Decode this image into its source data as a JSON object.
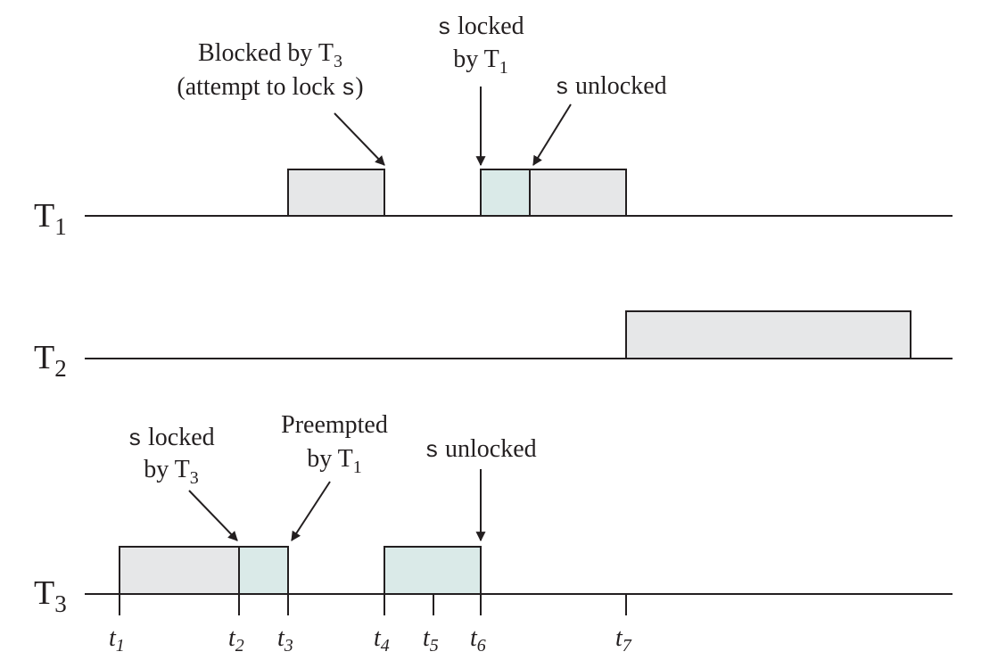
{
  "colors": {
    "ink": "#231f20",
    "block_gray": "#e6e7e8",
    "block_teal": "#daeae8",
    "background": "#ffffff"
  },
  "tasks": [
    {
      "letter": "T",
      "sub": "1"
    },
    {
      "letter": "T",
      "sub": "2"
    },
    {
      "letter": "T",
      "sub": "3"
    }
  ],
  "times": [
    {
      "letter": "t",
      "sub": "1"
    },
    {
      "letter": "t",
      "sub": "2"
    },
    {
      "letter": "t",
      "sub": "3"
    },
    {
      "letter": "t",
      "sub": "4"
    },
    {
      "letter": "t",
      "sub": "5"
    },
    {
      "letter": "t",
      "sub": "6"
    },
    {
      "letter": "t",
      "sub": "7"
    }
  ],
  "annotations": {
    "blocked": {
      "line1_text": "Blocked by T",
      "line1_sub": "3",
      "line2_pre": "(attempt to lock ",
      "line2_var": "s",
      "line2_post": ")"
    },
    "t1_locked": {
      "var": "s",
      "line1_text": " locked",
      "line2_text": "by T",
      "line2_sub": "1"
    },
    "t1_unlocked": {
      "var": "s",
      "text": " unlocked"
    },
    "t3_locked": {
      "var": "s",
      "line1_text": " locked",
      "line2_text": "by T",
      "line2_sub": "3"
    },
    "t3_preempted": {
      "line1_text": "Preempted",
      "line2_text": "by T",
      "line2_sub": "1"
    },
    "t3_unlocked": {
      "var": "s",
      "text": " unlocked"
    }
  }
}
